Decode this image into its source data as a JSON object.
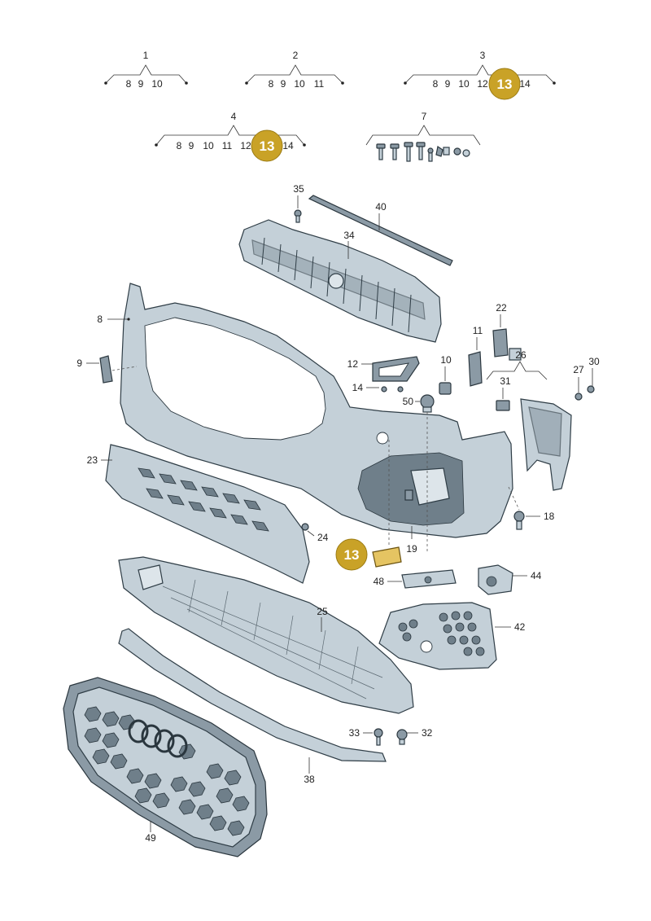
{
  "kits": [
    {
      "label": "1",
      "subs": [
        "8",
        "9",
        "10"
      ]
    },
    {
      "label": "2",
      "subs": [
        "8",
        "9",
        "10",
        "11"
      ]
    },
    {
      "label": "3",
      "subs": [
        "8",
        "9",
        "10",
        "12",
        "14"
      ]
    },
    {
      "label": "4",
      "subs": [
        "8",
        "9",
        "10",
        "11",
        "12",
        "14"
      ]
    },
    {
      "label": "7"
    }
  ],
  "highlight_label": "13",
  "parts": [
    "8",
    "9",
    "10",
    "11",
    "12",
    "14",
    "18",
    "19",
    "22",
    "23",
    "24",
    "25",
    "26",
    "27",
    "30",
    "31",
    "32",
    "33",
    "34",
    "35",
    "38",
    "40",
    "42",
    "44",
    "48",
    "49",
    "50"
  ],
  "colors": {
    "highlight": "#c9a227",
    "part_fill": "#c4d0d8",
    "outline": "#2f3d46"
  }
}
